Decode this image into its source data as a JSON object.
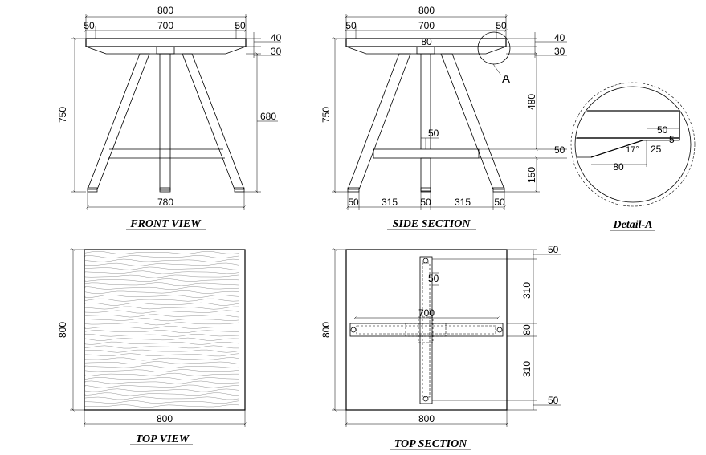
{
  "front_view": {
    "title": "FRONT VIEW",
    "dims": {
      "width_total": "800",
      "top_inner": "700",
      "overhang_left": "50",
      "overhang_right": "50",
      "height_total": "750",
      "leg_height": "680",
      "top_thick": "40",
      "apron_thick": "30",
      "base_width": "780"
    }
  },
  "side_section": {
    "title": "SIDE SECTION",
    "dims": {
      "width_total": "800",
      "top_inner": "700",
      "overhang_left": "50",
      "overhang_right": "50",
      "center_block": "80",
      "top_thick": "40",
      "apron_thick": "30",
      "height_total": "750",
      "upper_height": "480",
      "lower_height": "150",
      "stretcher_thick": "50",
      "center_post": "50",
      "foot_left": "50",
      "gap_left": "315",
      "foot_center": "50",
      "gap_right": "315",
      "foot_right": "50"
    },
    "callout": "A"
  },
  "detail_a": {
    "title": "Detail-A",
    "dims": {
      "depth": "50",
      "offset": "5",
      "angle": "17°",
      "height": "25",
      "length": "80"
    }
  },
  "top_view": {
    "title": "TOP VIEW",
    "dims": {
      "width": "800",
      "depth": "800"
    }
  },
  "top_section": {
    "title": "TOP SECTION",
    "dims": {
      "width": "800",
      "depth": "800",
      "edge_top": "50",
      "span_top": "310",
      "center": "80",
      "span_bottom": "310",
      "edge_bottom": "50",
      "arm_length": "700",
      "arm_width": "50"
    }
  }
}
